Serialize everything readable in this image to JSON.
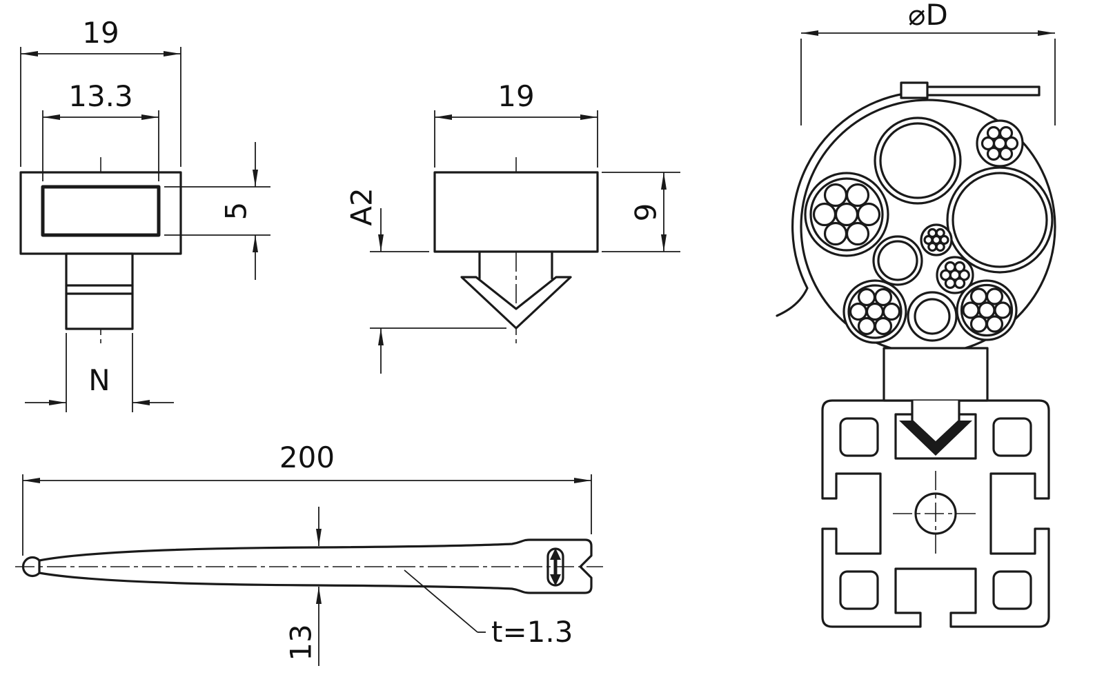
{
  "drawing_type": "technical-drawing-cable-clip",
  "colors": {
    "background": "#ffffff",
    "line": "#1a1a1a"
  },
  "views": {
    "front": {
      "outer_width": "19",
      "slot_width": "13.3",
      "slot_height": "5",
      "stem_width": "N"
    },
    "side": {
      "width": "19",
      "insert_depth": "A2",
      "head_height": "9"
    },
    "assembly": {
      "bundle_diameter": "⌀D"
    },
    "tie": {
      "length": "200",
      "width": "13",
      "thickness": "t=1.3"
    }
  }
}
